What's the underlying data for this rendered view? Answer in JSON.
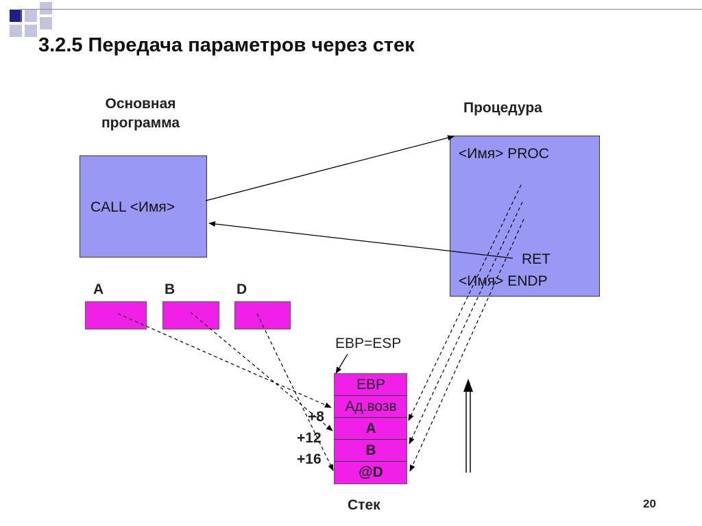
{
  "slide": {
    "title": "3.2.5 Передача параметров через стек",
    "page_number": "20"
  },
  "main_program": {
    "label_line1": "Основная",
    "label_line2": "программа",
    "call_text": "CALL <Имя>"
  },
  "procedure": {
    "label": "Процедура",
    "proc_line": "<Имя>  PROC",
    "ret_line": "RET",
    "endp_line": "<Имя>  ENDP"
  },
  "variables": [
    {
      "name": "A"
    },
    {
      "name": "B"
    },
    {
      "name": "D"
    }
  ],
  "stack": {
    "pointer_label": "EBP=ESP",
    "caption": "Стек",
    "cells": [
      "EBP",
      "Ад.возв",
      "A",
      "B",
      "@D"
    ],
    "offsets": [
      "+8",
      "+12",
      "+16"
    ]
  },
  "colors": {
    "box_fill": "#9999f5",
    "variable_fill": "#f020e8",
    "header_squares": "#1f1f8a"
  }
}
